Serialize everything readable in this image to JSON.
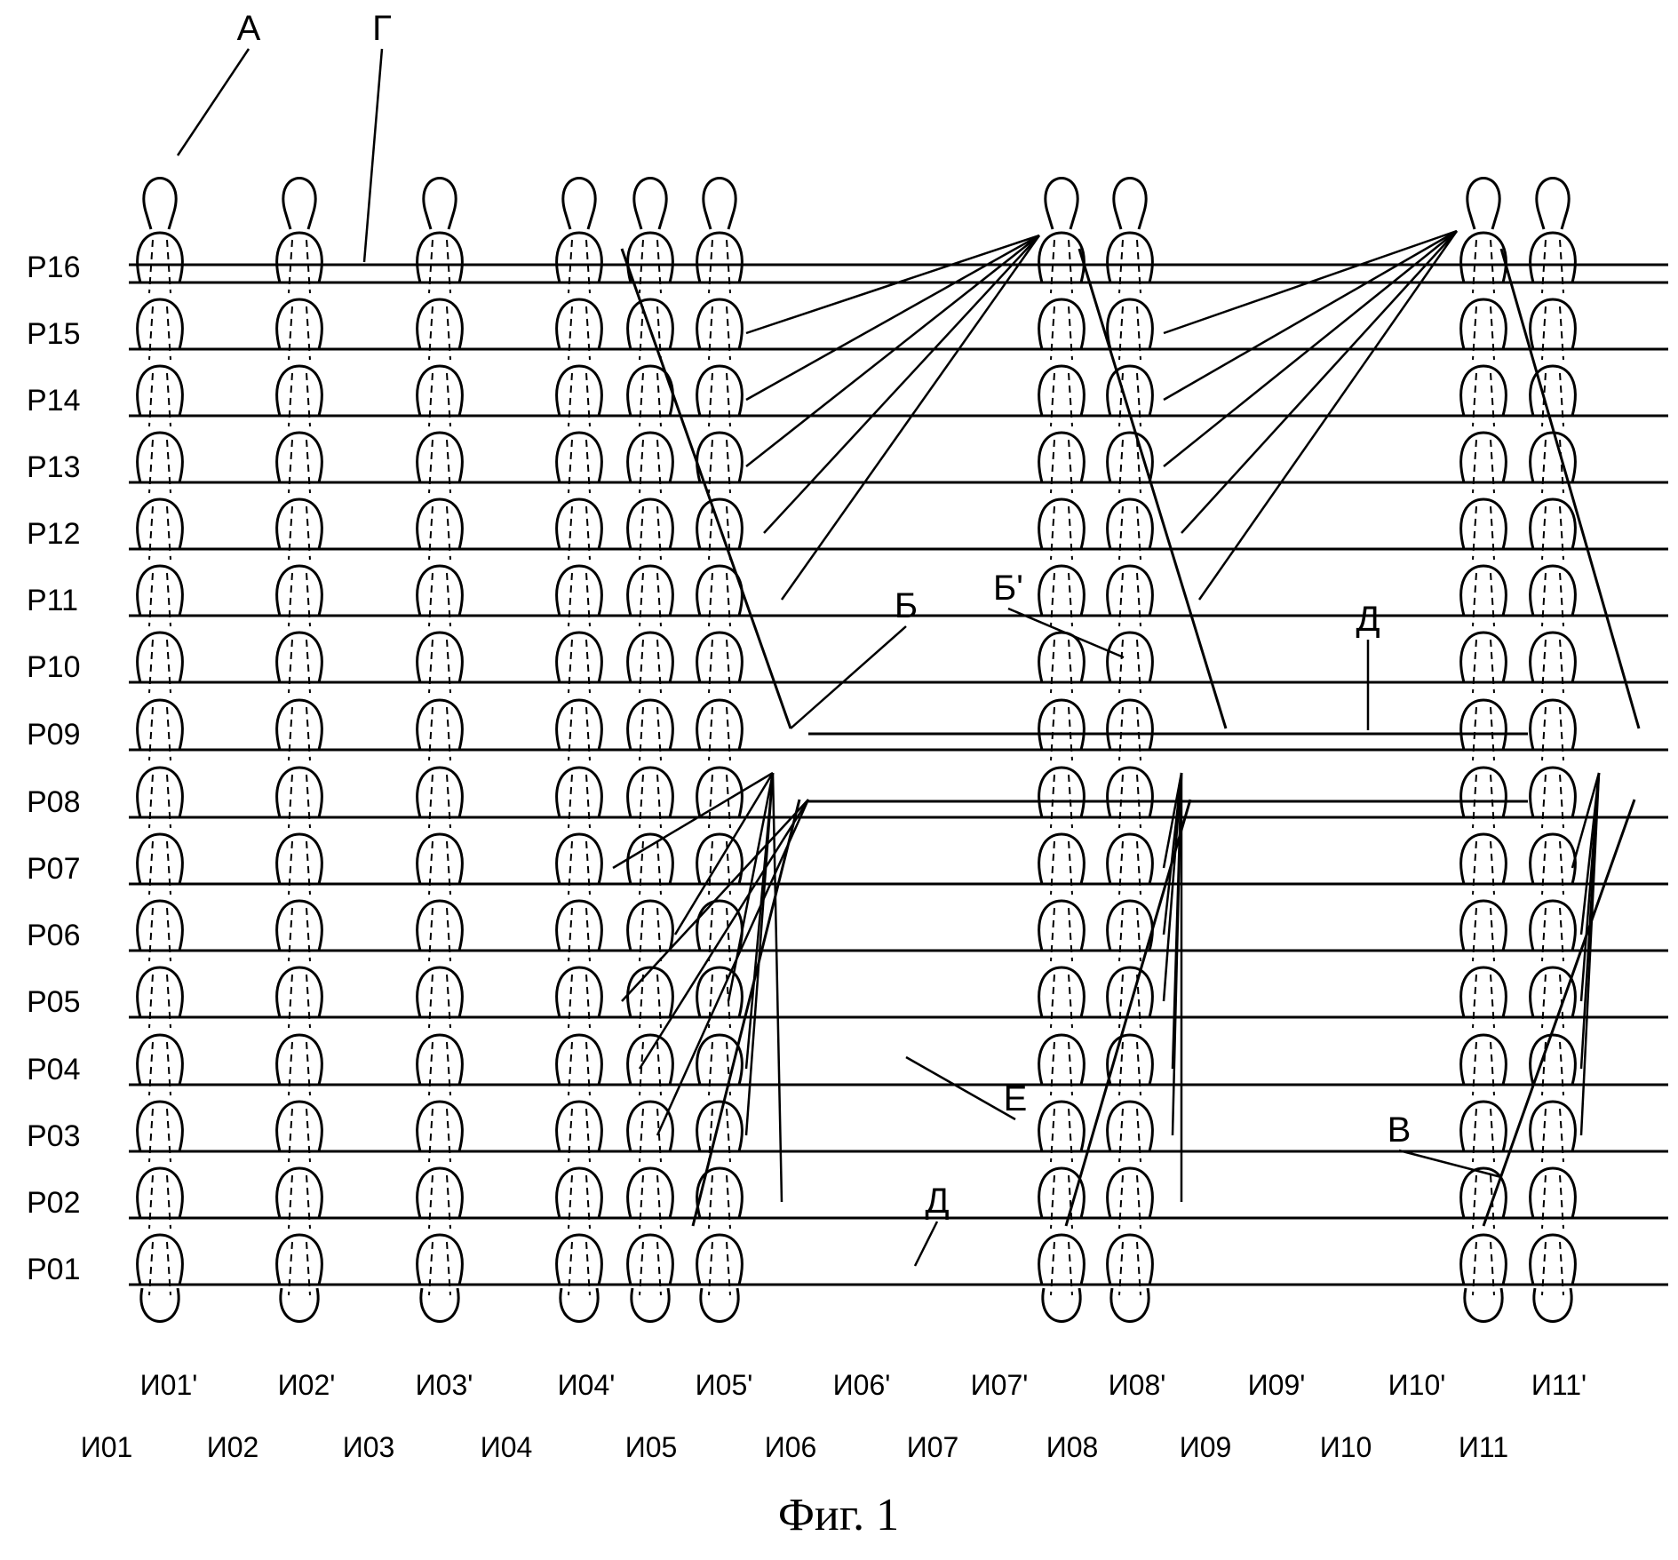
{
  "figure": {
    "caption": "Фиг. 1",
    "row_labels": [
      "P16",
      "P15",
      "P14",
      "P13",
      "P12",
      "P11",
      "P10",
      "P09",
      "P08",
      "P07",
      "P06",
      "P05",
      "P04",
      "P03",
      "P02",
      "P01"
    ],
    "col_labels_top": [
      "И01'",
      "И02'",
      "И03'",
      "И04'",
      "И05'",
      "И06'",
      "И07'",
      "И08'",
      "И09'",
      "И10'",
      "И11'"
    ],
    "col_labels_bottom": [
      "И01",
      "И02",
      "И03",
      "И04",
      "И05",
      "И06",
      "И07",
      "И08",
      "И09",
      "И10",
      "И11"
    ],
    "callouts": [
      "А",
      "Г",
      "Б",
      "Б'",
      "Д",
      "Д",
      "Е",
      "В"
    ]
  }
}
